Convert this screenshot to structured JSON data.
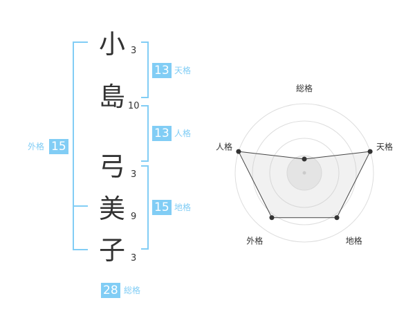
{
  "name": {
    "characters": [
      {
        "char": "小",
        "strokes": "3"
      },
      {
        "char": "島",
        "strokes": "10"
      },
      {
        "char": "弓",
        "strokes": "3"
      },
      {
        "char": "美",
        "strokes": "9"
      },
      {
        "char": "子",
        "strokes": "3"
      }
    ]
  },
  "fortunes": {
    "tenkaku": {
      "value": "13",
      "label": "天格"
    },
    "jinkaku": {
      "value": "13",
      "label": "人格"
    },
    "chikaku": {
      "value": "15",
      "label": "地格"
    },
    "gaikaku": {
      "value": "15",
      "label": "外格"
    },
    "soukaku": {
      "value": "28",
      "label": "総格"
    }
  },
  "colors": {
    "accent": "#81cdf5",
    "text": "#333333"
  },
  "chart_data": {
    "type": "radar",
    "axes": [
      "総格",
      "天格",
      "地格",
      "外格",
      "人格"
    ],
    "values": [
      0.2,
      1.0,
      0.8,
      0.8,
      1.0
    ],
    "range": [
      0,
      1
    ],
    "rings": 4
  }
}
